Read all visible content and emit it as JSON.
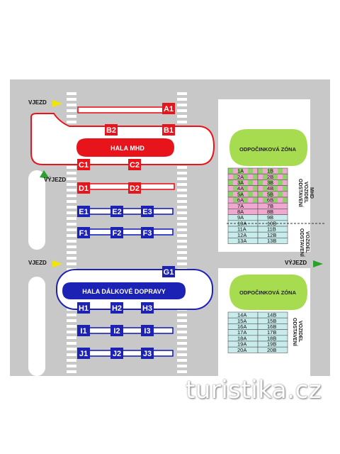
{
  "labels": {
    "vjezd_top": "VJEZD",
    "vyjezd_left": "VÝJEZD",
    "vjezd_mid": "VJEZD",
    "vyjezd_right": "VÝJEZD",
    "hala_mhd": "HALA MHD",
    "hala_dalkove": "HALA DÁLKOVÉ DOPRAVY",
    "zone_top": "ODPOČINKOVÁ ZÓNA",
    "zone_bottom": "ODPOČINKOVÁ ZÓNA",
    "odstaveni_mhd_1": "ODSTAVENÍ",
    "odstaveni_mhd_2": "VOZIDEL",
    "odstaveni_mhd_3": "MHD",
    "odstaveni_mid_1": "ODSTAVENÍ",
    "odstaveni_mid_2": "VOZIDEL",
    "odstaveni_bottom_1": "ODSTAVENÍ",
    "odstaveni_bottom_2": "VOZIDEL"
  },
  "bays_red": [
    "A1",
    "B2",
    "B1",
    "C1",
    "C2",
    "D1",
    "D2"
  ],
  "bays_blue": [
    "E1",
    "E2",
    "E3",
    "F1",
    "F2",
    "F3",
    "G1",
    "H1",
    "H2",
    "H3",
    "I1",
    "I2",
    "I3",
    "J1",
    "J2",
    "J3"
  ],
  "slots_top": [
    [
      "1A",
      "1B"
    ],
    [
      "2A",
      "2B"
    ],
    [
      "3A",
      "3B"
    ],
    [
      "4A",
      "4B"
    ],
    [
      "5A",
      "5B"
    ],
    [
      "6A",
      "6B"
    ],
    [
      "7A",
      "7B"
    ],
    [
      "8A",
      "8B"
    ],
    [
      "9A",
      "9B"
    ],
    [
      "10A",
      "10B"
    ],
    [
      "11A",
      "11B"
    ],
    [
      "12A",
      "12B"
    ],
    [
      "13A",
      "13B"
    ]
  ],
  "slots_bottom": [
    [
      "14A",
      "14B"
    ],
    [
      "15A",
      "15B"
    ],
    [
      "16A",
      "16B"
    ],
    [
      "17A",
      "17B"
    ],
    [
      "18A",
      "18B"
    ],
    [
      "19A",
      "19B"
    ],
    [
      "20A",
      "20B"
    ]
  ],
  "watermark": "turistika.cz",
  "colors": {
    "road": "#c8c8c8",
    "red": "#e8141c",
    "blue": "#1c22b4",
    "green_zone": "#a8dc50",
    "green_slot": "#8fd06a",
    "pink_slot": "#f0a8d0",
    "cyan_slot": "#c8ecec",
    "arrow_yellow": "#f2e600",
    "arrow_green": "#2ca02c"
  }
}
